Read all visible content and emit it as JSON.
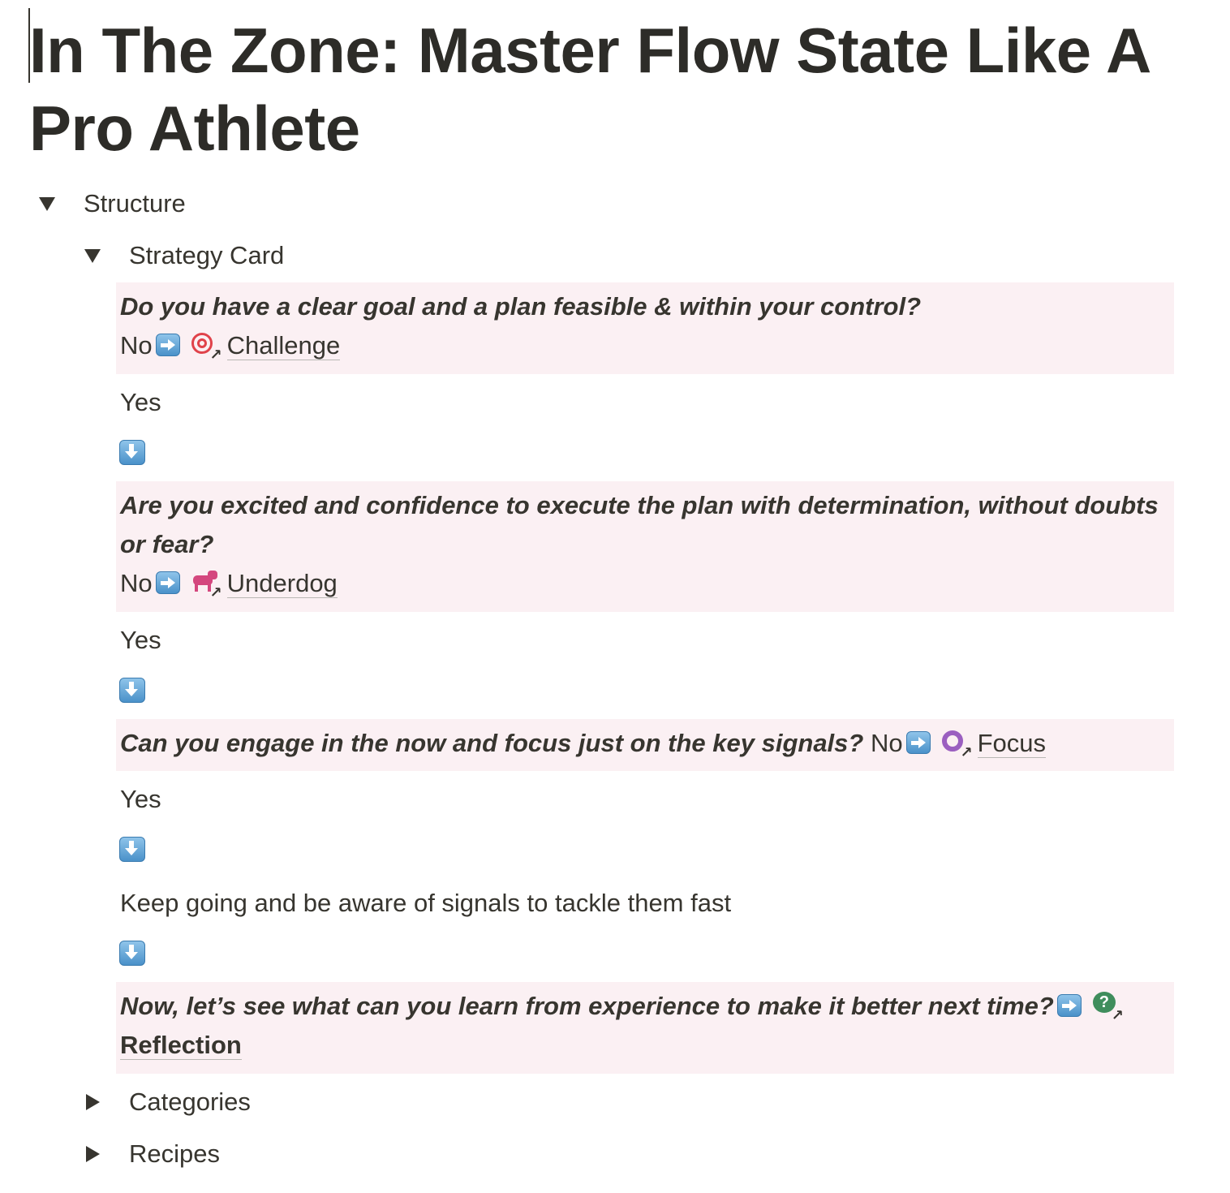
{
  "page": {
    "title": "In The Zone: Master Flow State Like A Pro Athlete"
  },
  "toggles": {
    "structure": "Structure",
    "strategy_card": "Strategy Card",
    "categories": "Categories",
    "recipes": "Recipes"
  },
  "strategy": {
    "q1": "Do you have a clear goal and a plan feasible & within your control?",
    "q1_no": "No",
    "q1_link": "Challenge",
    "q1_icon": "target-icon",
    "yes1": "Yes",
    "q2": "Are you excited and confidence to execute the plan with determination, without doubts or fear?",
    "q2_no": "No",
    "q2_link": "Underdog",
    "q2_icon": "dog-icon",
    "yes2": "Yes",
    "q3": "Can you engage in the now and focus just on the key signals?",
    "q3_no": "No",
    "q3_link": "Focus",
    "q3_icon": "ring-icon",
    "yes3": "Yes",
    "keep_going": "Keep going and be aware of signals to tackle them fast",
    "q4": "Now, let’s see what can you learn from experience to make it better next time?",
    "q4_link": "Reflection",
    "q4_icon": "question-bubble-icon"
  },
  "colors": {
    "callout_bg": "#fbf0f3",
    "text": "#37352f",
    "arrow_blue": "#4a91c9"
  }
}
